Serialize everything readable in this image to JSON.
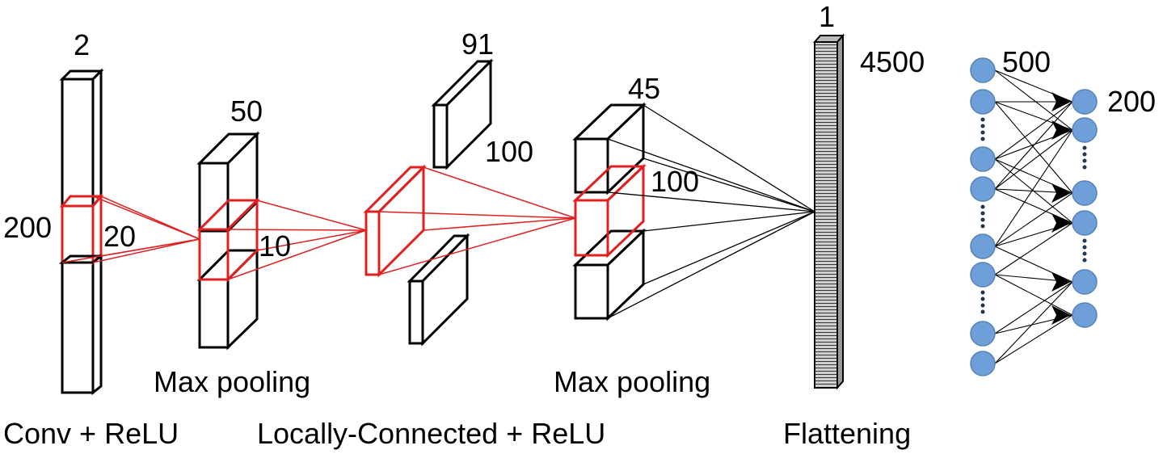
{
  "colors": {
    "highlight": "#e02020",
    "neuron_fill": "#6f9fd8",
    "neuron_stroke": "#5583b8",
    "outline": "#000000"
  },
  "labels": {
    "conv_depth": "2",
    "conv_height": "200",
    "conv_kernel": "20",
    "pool1_depth": "50",
    "pool1_kernel": "10",
    "lc_depth": "91",
    "lc_height": "100",
    "pool2_depth": "45",
    "pool2_height": "100",
    "flat_depth": "1",
    "flat_length": "4500",
    "fc_in": "500",
    "fc_out": "200"
  },
  "stages": {
    "conv": "Conv + ReLU",
    "maxpool1": "Max pooling",
    "locally_connected": "Locally-Connected + ReLU",
    "maxpool2": "Max pooling",
    "flatten": "Flattening"
  }
}
